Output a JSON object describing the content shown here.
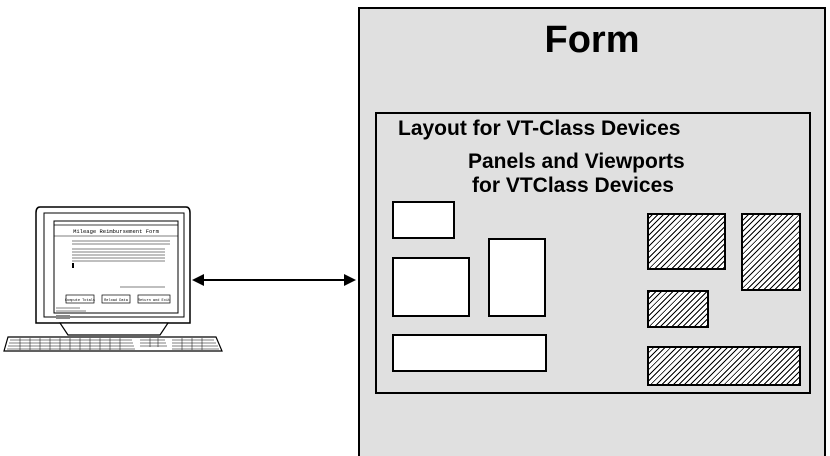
{
  "form": {
    "title": "Form"
  },
  "layout": {
    "title": "Layout for VT-Class Devices"
  },
  "panels": {
    "title_line1": "Panels and Viewports",
    "title_line2": "for VTClass Devices"
  },
  "monitor": {
    "screen_title": "Mileage Reimbursement Form",
    "buttons": [
      "Compute Totals",
      "Reload Data",
      "Return and Exit"
    ]
  },
  "colors": {
    "form_fill": "#e0e0e0",
    "line": "#000000",
    "panel_fill": "#ffffff"
  },
  "icons": [
    "computer-terminal-icon",
    "double-arrow-icon"
  ]
}
